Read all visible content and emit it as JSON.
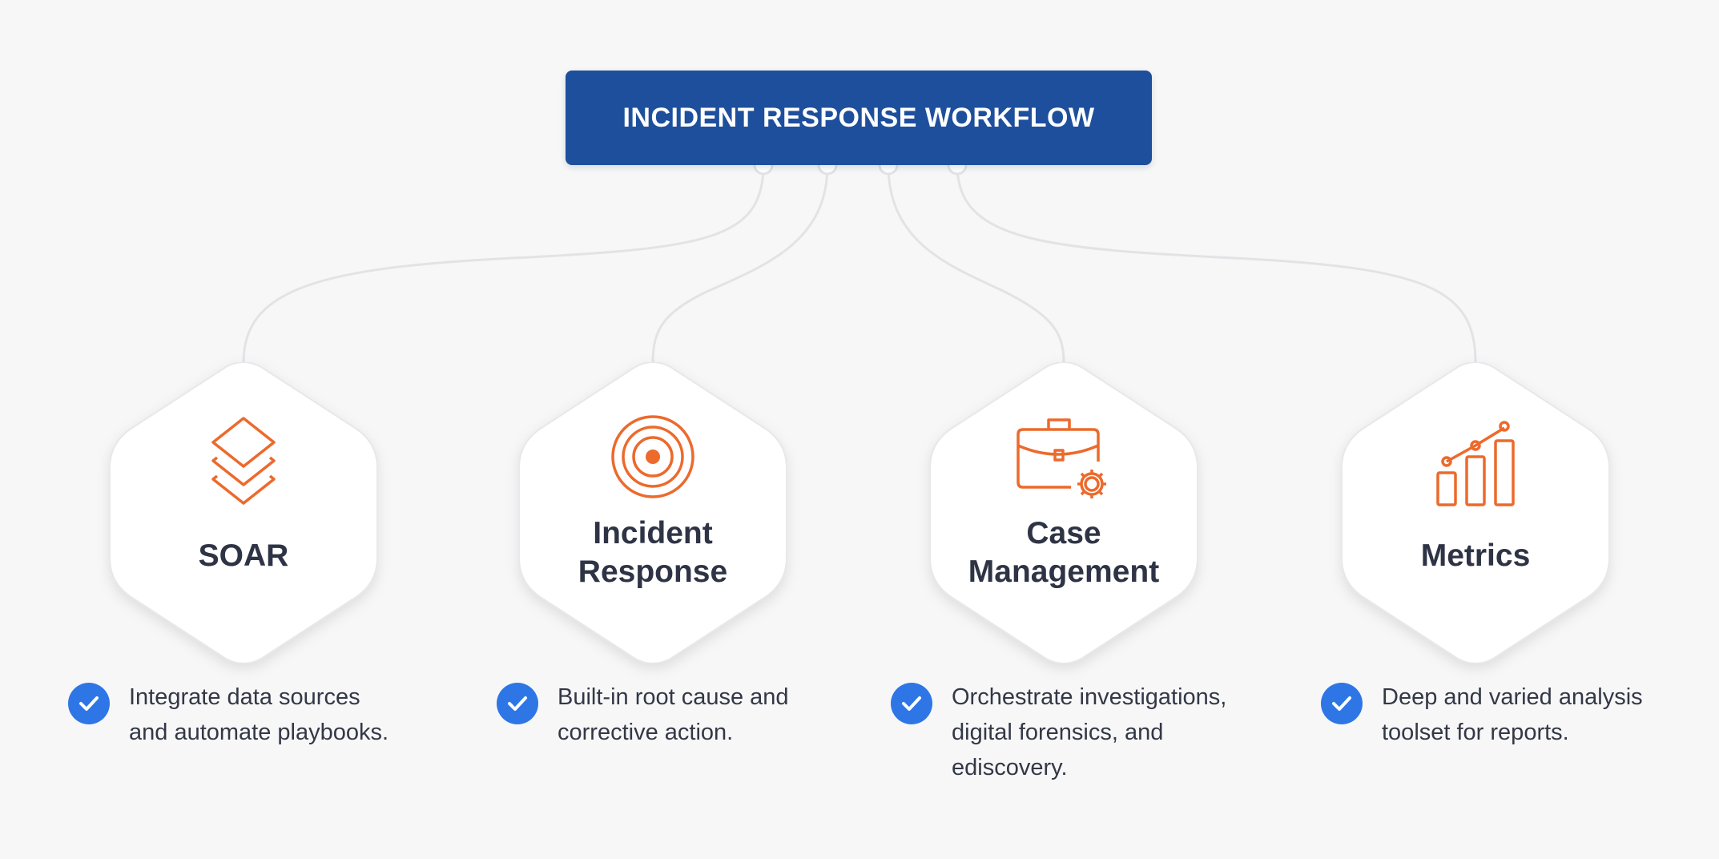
{
  "header": {
    "title": "INCIDENT RESPONSE WORKFLOW"
  },
  "colors": {
    "header_bg": "#1e4f9c",
    "icon_orange": "#ec6a2c",
    "check_blue": "#2e76e6",
    "connector": "#e3e3e6"
  },
  "nodes": [
    {
      "title": "SOAR",
      "icon": "layers-icon",
      "feature": "Integrate data sources\nand automate playbooks."
    },
    {
      "title": "Incident\nResponse",
      "icon": "target-icon",
      "feature": "Built-in root cause and\ncorrective action."
    },
    {
      "title": "Case\nManagement",
      "icon": "briefcase-gear-icon",
      "feature": "Orchestrate investigations,\ndigital forensics, and\nediscovery."
    },
    {
      "title": "Metrics",
      "icon": "bar-chart-icon",
      "feature": "Deep and varied analysis\ntoolset for reports."
    }
  ]
}
